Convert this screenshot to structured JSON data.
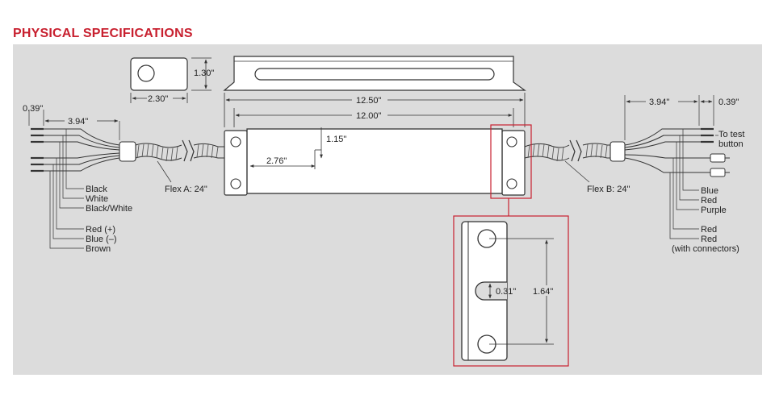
{
  "title": "PHYSICAL SPECIFICATIONS",
  "colors": {
    "accent": "#c8202f",
    "panel": "#dcdcdc",
    "line": "#333333"
  },
  "dims": {
    "height": "1.30\"",
    "width": "2.30\"",
    "total_length": "12.50\"",
    "body_length": "12.00\"",
    "offset_x": "2.76\"",
    "offset_y": "1.15\"",
    "left_lead": "3.94\"",
    "left_strip": "0.39\"",
    "right_lead": "3.94\"",
    "right_strip": "0.39\"",
    "slot": "0.31\"",
    "hole_spacing": "1.64\""
  },
  "flex": {
    "a": "Flex A: 24\"",
    "b": "Flex B: 24\""
  },
  "left_wires": [
    "Black",
    "White",
    "Black/White",
    "Red (+)",
    "Blue (–)",
    "Brown"
  ],
  "right_top": [
    "To test",
    "button"
  ],
  "right_wires": [
    "Blue",
    "Red",
    "Purple",
    "Red",
    "Red",
    "(with connectors)"
  ]
}
